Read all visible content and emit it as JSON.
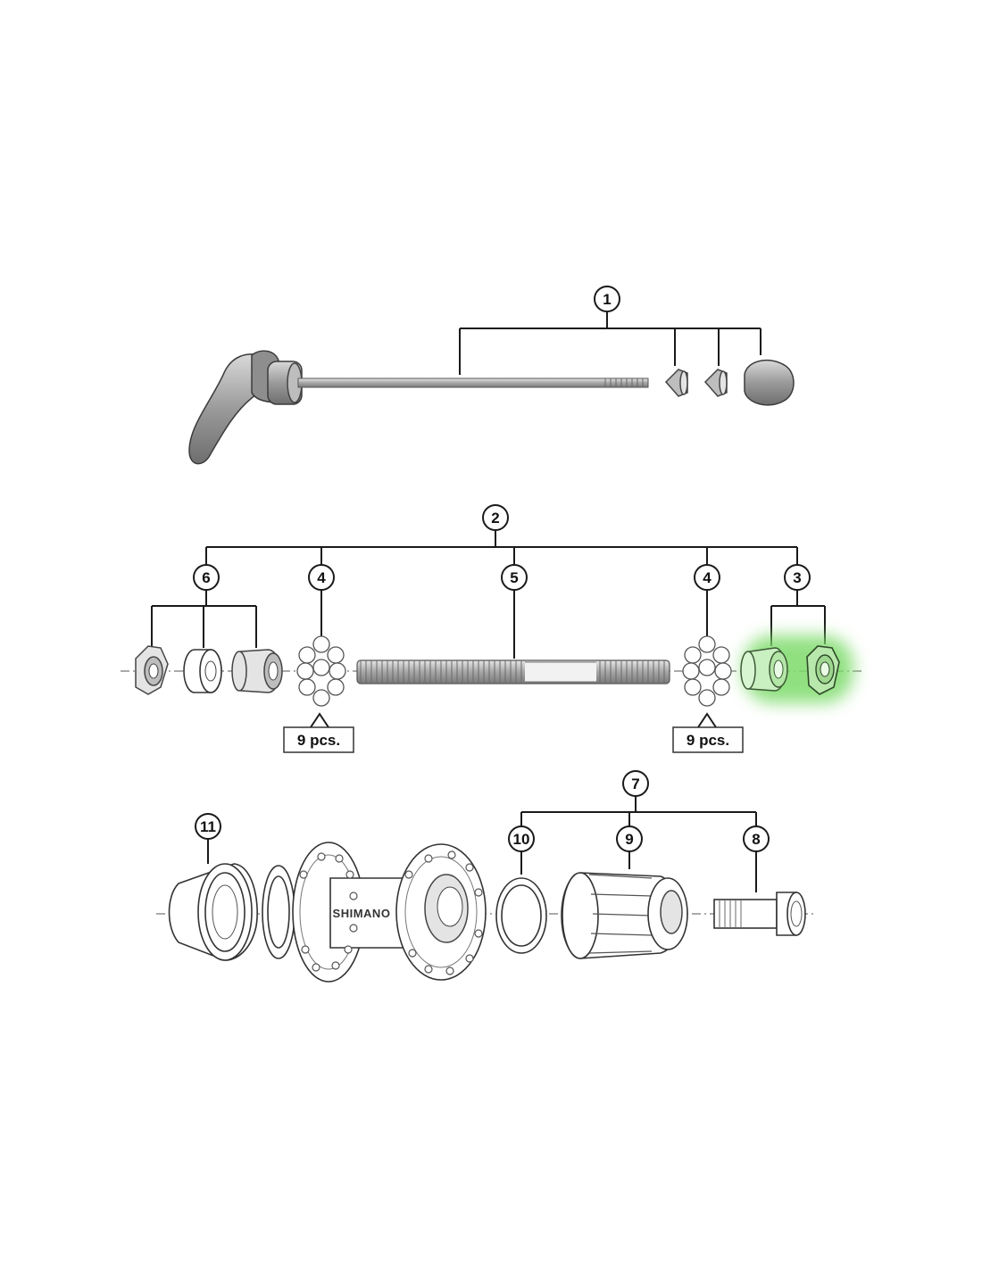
{
  "callouts": {
    "c1": "1",
    "c2": "2",
    "c3": "3",
    "c4_left": "4",
    "c4_right": "4",
    "c5": "5",
    "c6": "6",
    "c7": "7",
    "c8": "8",
    "c9": "9",
    "c10": "10",
    "c11": "11"
  },
  "quantity_labels": {
    "left": "9 pcs.",
    "right": "9 pcs."
  },
  "hub_brand": "SHIMANO",
  "colors": {
    "highlight": "#7ddb6a",
    "line": "#1a1a1a"
  }
}
